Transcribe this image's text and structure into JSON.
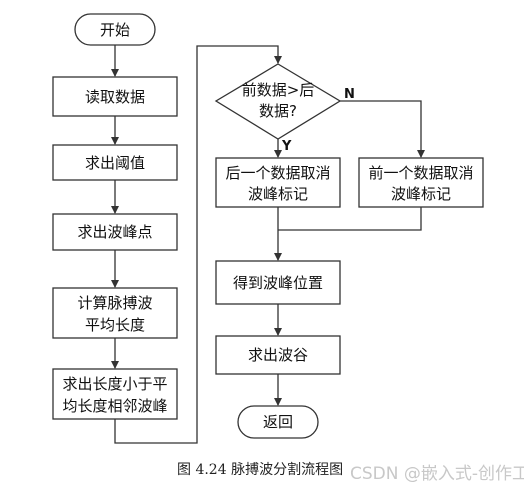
{
  "nodes": {
    "start": "开始",
    "read_data": "读取数据",
    "find_threshold": "求出阈值",
    "find_peak_points": "求出波峰点",
    "avg_length": [
      "计算脉搏波",
      "平均长度"
    ],
    "remove_peaks": [
      "求出长度小于平",
      "均长度相邻波峰"
    ],
    "compare": [
      "前数据>后",
      "数据?"
    ],
    "cancel_latter": [
      "后一个数据取消",
      "波峰标记"
    ],
    "cancel_former": [
      "前一个数据取消",
      "波峰标记"
    ],
    "peak_position": "得到波峰位置",
    "find_trough": "求出波谷",
    "return": "返回"
  },
  "edge_labels": {
    "yes": "Y",
    "no": "N"
  },
  "caption": "图 4.24  脉搏波分割流程图",
  "watermark": "CSDN @嵌入式-创作工坊"
}
